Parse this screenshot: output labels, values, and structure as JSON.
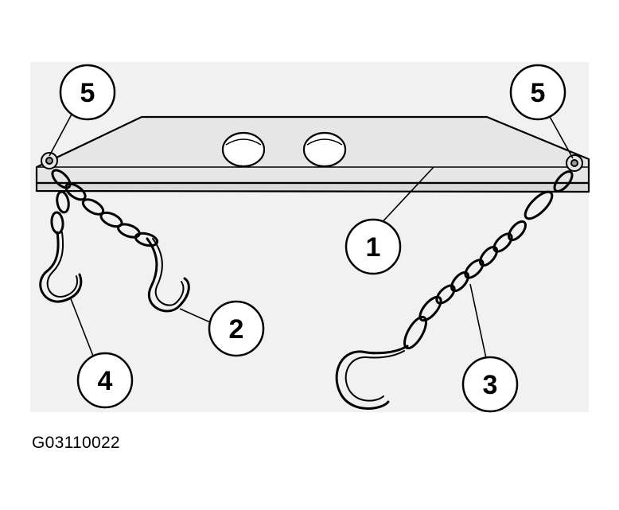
{
  "figure_code": "G03110022",
  "callouts": {
    "c1": "1",
    "c2": "2",
    "c3": "3",
    "c4": "4",
    "c5_left": "5",
    "c5_right": "5"
  },
  "colors": {
    "panel_background": "#f1f1f1",
    "part_fill": "#e6e6e6",
    "line": "#000000"
  }
}
